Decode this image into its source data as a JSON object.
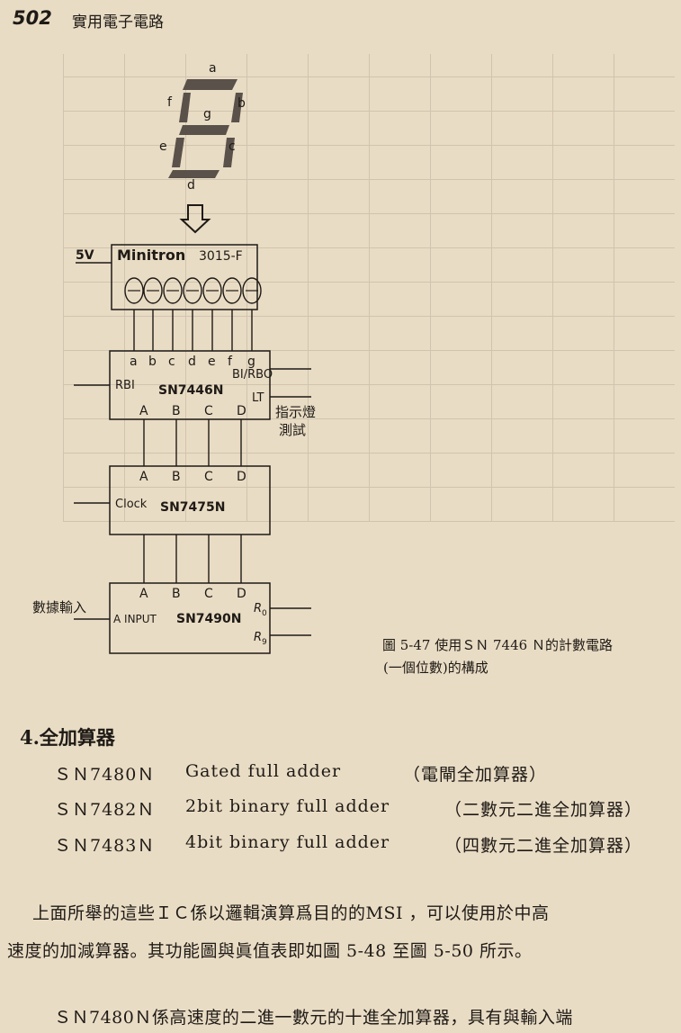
{
  "header": {
    "page_number": "502",
    "running_title": "實用電子電路"
  },
  "figure": {
    "segments": {
      "a": "a",
      "b": "b",
      "c": "c",
      "d": "d",
      "e": "e",
      "f": "f",
      "g": "g"
    },
    "supply": "5V",
    "display_brand": "Minitron",
    "display_model": "3015-F",
    "decoder": {
      "name": "SN7446N",
      "pins": [
        "a",
        "b",
        "c",
        "d",
        "e",
        "f",
        "g"
      ],
      "rbi": "RBI",
      "bi_rbo": "BI/RBO",
      "lt": "LT",
      "inputs": [
        "A",
        "B",
        "C",
        "D"
      ],
      "lt_note_1": "指示燈",
      "lt_note_2": "測試"
    },
    "latch": {
      "name": "SN7475N",
      "inputs": [
        "A",
        "B",
        "C",
        "D"
      ],
      "clock": "Clock"
    },
    "counter": {
      "name": "SN7490N",
      "outputs": [
        "A",
        "B",
        "C",
        "D"
      ],
      "input_label": "A INPUT",
      "data_in": "數據輸入",
      "r0": "R",
      "r0_sub": "0",
      "r9": "R",
      "r9_sub": "9"
    },
    "caption_1": "圖 5-47 使用ＳＮ 7446 Ｎ的計數電路",
    "caption_2": "(一個位數)的構成"
  },
  "section": {
    "title": "4.全加算器",
    "items": [
      {
        "part": "ＳＮ7480Ｎ",
        "desc": "Gated  full  adder",
        "cn": "（電閘全加算器）"
      },
      {
        "part": "ＳＮ7482Ｎ",
        "desc": "2bit  binary  full  adder",
        "cn": "（二數元二進全加算器）"
      },
      {
        "part": "ＳＮ7483Ｎ",
        "desc": "4bit  binary  full  adder",
        "cn": "（四數元二進全加算器）"
      }
    ]
  },
  "body": {
    "p1_line1": "上面所舉的這些ＩＣ係以邏輯演算爲目的的MSI  ，可以使用於中高",
    "p1_line2": "速度的加減算器。其功能圖與眞值表即如圖 5-48 至圖 5-50 所示。",
    "p2_line1": "ＳＮ7480Ｎ係高速度的二進一數元的十進全加算器，具有與輸入端"
  }
}
